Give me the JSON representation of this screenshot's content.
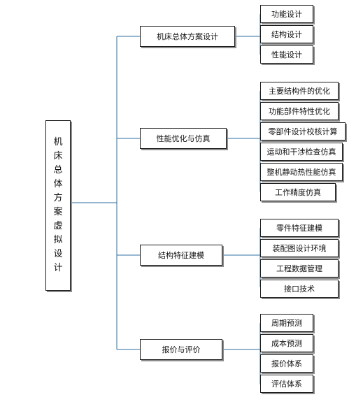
{
  "diagram": {
    "root": {
      "chars": [
        "机",
        "床",
        "总",
        "体",
        "方",
        "案",
        "虚",
        "拟",
        "设",
        "计"
      ]
    },
    "branches": [
      {
        "label": "机床总体方案设计",
        "children": [
          "功能设计",
          "结构设计",
          "性能设计"
        ]
      },
      {
        "label": "性能优化与仿真",
        "children": [
          "主要结构件的优化",
          "功能部件特性优化",
          "零部件设计校核计算",
          "运动和干涉检查仿真",
          "整机静动热性能仿真",
          "工作精度仿真"
        ]
      },
      {
        "label": "结构特征建模",
        "children": [
          "零件特征建模",
          "装配图设计环境",
          "工程数据管理",
          "接口技术"
        ]
      },
      {
        "label": "报价与评价",
        "children": [
          "周期预测",
          "成本预测",
          "报价体系",
          "评估体系"
        ]
      }
    ],
    "colors": {
      "connector": "#2f6fa3",
      "box_border": "#1b1b1b",
      "box_shadow": "#8c8c8c"
    }
  }
}
